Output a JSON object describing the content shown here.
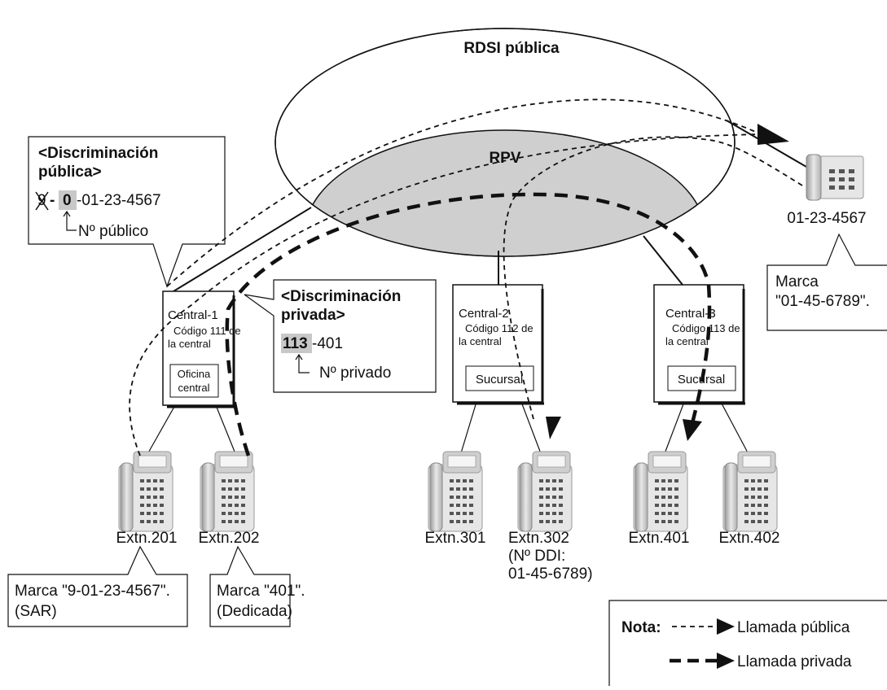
{
  "network": {
    "public_label": "RDSI pública",
    "vpn_label": "RPV"
  },
  "external_phone": {
    "number": "01-23-4567",
    "callout": [
      "Marca",
      "\"01-45-6789\"."
    ]
  },
  "callout_public": {
    "title": [
      "<Discriminación",
      "pública>"
    ],
    "struck_digit": "9",
    "dash": "-",
    "prefix": "0",
    "rest": "-01-23-4567",
    "note": "Nº público"
  },
  "callout_private": {
    "title": [
      "<Discriminación",
      "privada>"
    ],
    "code": "113",
    "rest": "-401",
    "note": "Nº privado"
  },
  "pbx": [
    {
      "name": "Central-1",
      "code": [
        "Código 111 de",
        "la central"
      ],
      "type": [
        "Oficina",
        "central"
      ]
    },
    {
      "name": "Central-2",
      "code": [
        "Código 112 de",
        "la central"
      ],
      "type": [
        "Sucursal"
      ]
    },
    {
      "name": "Central-3",
      "code": [
        "Código 113 de",
        "la central"
      ],
      "type": [
        "Sucursal"
      ]
    }
  ],
  "extensions": [
    {
      "label": "Extn.201"
    },
    {
      "label": "Extn.202"
    },
    {
      "label": "Extn.301"
    },
    {
      "label": "Extn.302",
      "extra": [
        "(Nº DDI:",
        "01-45-6789)"
      ]
    },
    {
      "label": "Extn.401"
    },
    {
      "label": "Extn.402"
    }
  ],
  "ext_callouts": [
    {
      "lines": [
        "Marca \"9-01-23-4567\".",
        "(SAR)"
      ]
    },
    {
      "lines": [
        "Marca \"401\".",
        "(Dedicada)"
      ]
    }
  ],
  "legend": {
    "title": "Nota:",
    "public": "Llamada pública",
    "private": "Llamada privada"
  },
  "colors": {
    "vpn_fill": "#cfcfcf",
    "highlight": "#c8c8c8",
    "line": "#111111"
  }
}
